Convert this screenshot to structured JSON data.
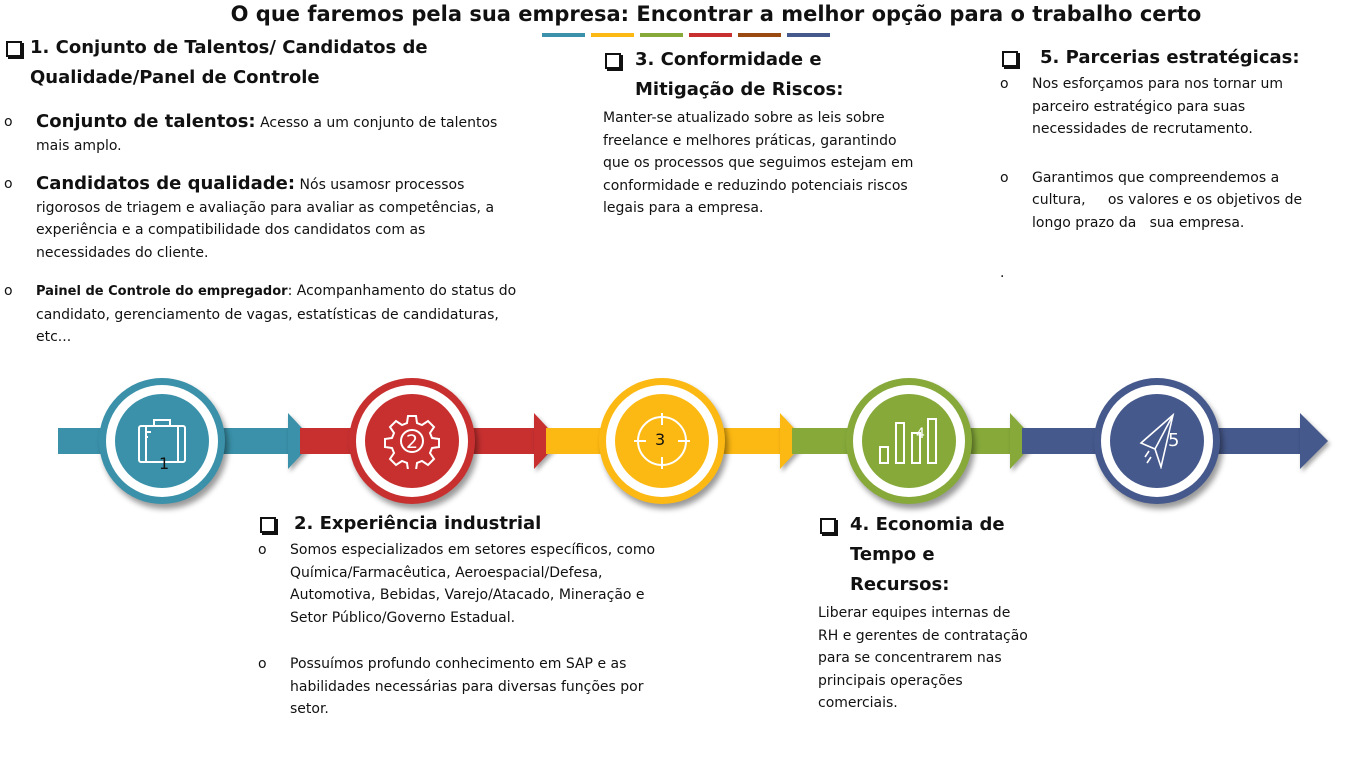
{
  "title": "O que faremos pela sua empresa: Encontrar a melhor opção para o  trabalho certo",
  "colors": {
    "teal": "#3a91a9",
    "red": "#c83030",
    "yellow": "#fdb913",
    "green": "#86a93a",
    "brown": "#9a4a10",
    "navy": "#46598c"
  },
  "steps": [
    {
      "number": "1",
      "icon": "briefcase-icon"
    },
    {
      "number": "2",
      "icon": "gear-icon"
    },
    {
      "number": "3",
      "icon": "target-icon"
    },
    {
      "number": "4",
      "icon": "bar-chart-icon"
    },
    {
      "number": "5",
      "icon": "paper-plane-icon"
    }
  ],
  "s1": {
    "heading": "1. Conjunto de Talentos/ Candidatos de Qualidade/Panel de Controle",
    "items": [
      {
        "bullet": "o",
        "label": "Conjunto de talentos:",
        "text": " Acesso a um conjunto de talentos mais amplo."
      },
      {
        "bullet": "o",
        "label": "Candidatos de qualidade:",
        "text": " Nós usamosr processos rigorosos de triagem e avaliação para avaliar as competências, a experiência e a compatibilidade dos candidatos com as necessidades do cliente."
      },
      {
        "bullet": "o",
        "label": "Painel de Controle do empregador",
        "text": ": Acompanhamento do status do candidato, gerenciamento de vagas, estatísticas de candidaturas, etc..."
      }
    ]
  },
  "s2": {
    "heading": "2. Experiência industrial",
    "items": [
      {
        "bullet": "o",
        "text": "Somos especializados em setores específicos, como Química/Farmacêutica, Aeroespacial/Defesa, Automotiva, Bebidas, Varejo/Atacado, Mineração e Setor Público/Governo Estadual."
      },
      {
        "bullet": "o",
        "text": "Possuímos profundo conhecimento em SAP e as habilidades necessárias para diversas funções por setor."
      }
    ]
  },
  "s3": {
    "heading": "3. Conformidade e Mitigação de Riscos:",
    "text": "Manter-se atualizado sobre as leis sobre freelance e melhores práticas, garantindo que os processos que seguimos estejam em conformidade e reduzindo potenciais riscos legais para a empresa."
  },
  "s4": {
    "heading": "4. Economia de Tempo e Recursos:",
    "text": "Liberar equipes internas de RH e gerentes de contratação para se concentrarem nas principais operações comerciais."
  },
  "s5": {
    "heading": "5. Parcerias estratégicas:",
    "items": [
      {
        "bullet": "o",
        "text": "Nos esforçamos para nos tornar um parceiro estratégico para suas necessidades de recrutamento."
      },
      {
        "bullet": "o",
        "text": "Garantimos que compreendemos a cultura,     os valores e os objetivos de longo prazo da   sua empresa."
      }
    ],
    "trailing": "."
  }
}
